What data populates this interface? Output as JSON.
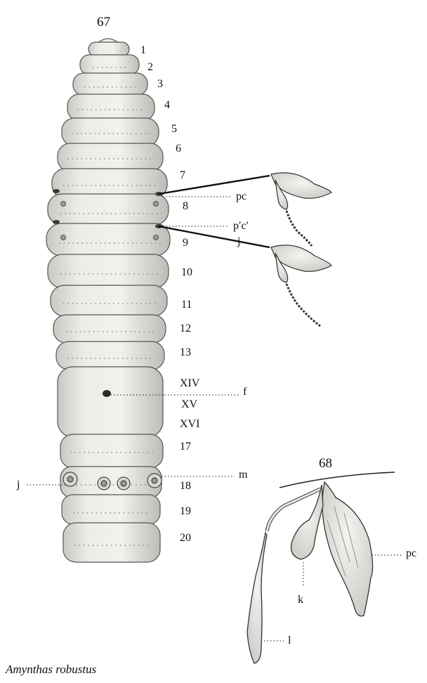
{
  "figures": {
    "left": "67",
    "right": "68"
  },
  "segments": [
    "1",
    "2",
    "3",
    "4",
    "5",
    "6",
    "7",
    "8",
    "9",
    "10",
    "11",
    "12",
    "13",
    "XIV",
    "XV",
    "XVI",
    "17",
    "18",
    "19",
    "20"
  ],
  "labels": {
    "pc_top": "pc",
    "pc_prime": "p′c′",
    "j_top": "j",
    "f": "f",
    "m": "m",
    "j_left": "j",
    "k": "k",
    "l": "l",
    "pc_right": "pc"
  },
  "caption": "Amynthas robustus",
  "colors": {
    "ink": "#111111",
    "body_fill": "#ededea",
    "shade": "#cfcfcb"
  }
}
